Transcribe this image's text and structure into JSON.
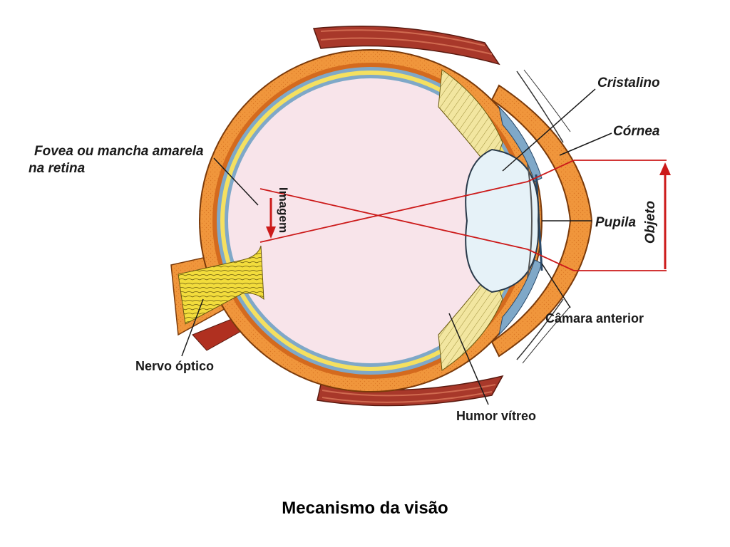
{
  "caption": "Mecanismo da visão",
  "labels": {
    "fovea_line1": "Fovea ou mancha amarela",
    "fovea_line2": "na retina",
    "imagem": "Imagem",
    "nervo_optico": "Nervo óptico",
    "humor_vitreo": "Humor vítreo",
    "camara_anterior": "Câmara anterior",
    "pupila": "Pupila",
    "cornea": "Córnea",
    "cristalino": "Cristalino",
    "objeto": "Objeto"
  },
  "colors": {
    "sclera": "#f0963c",
    "choroid": "#d46a1e",
    "retina": "#f5e060",
    "vitreous": "#f8e4ea",
    "lens": "#e6f2f8",
    "iris": "#7fa8c8",
    "muscle": "#a8382a",
    "ray": "#cc1a1a",
    "nerve": "#f2dc3c"
  }
}
